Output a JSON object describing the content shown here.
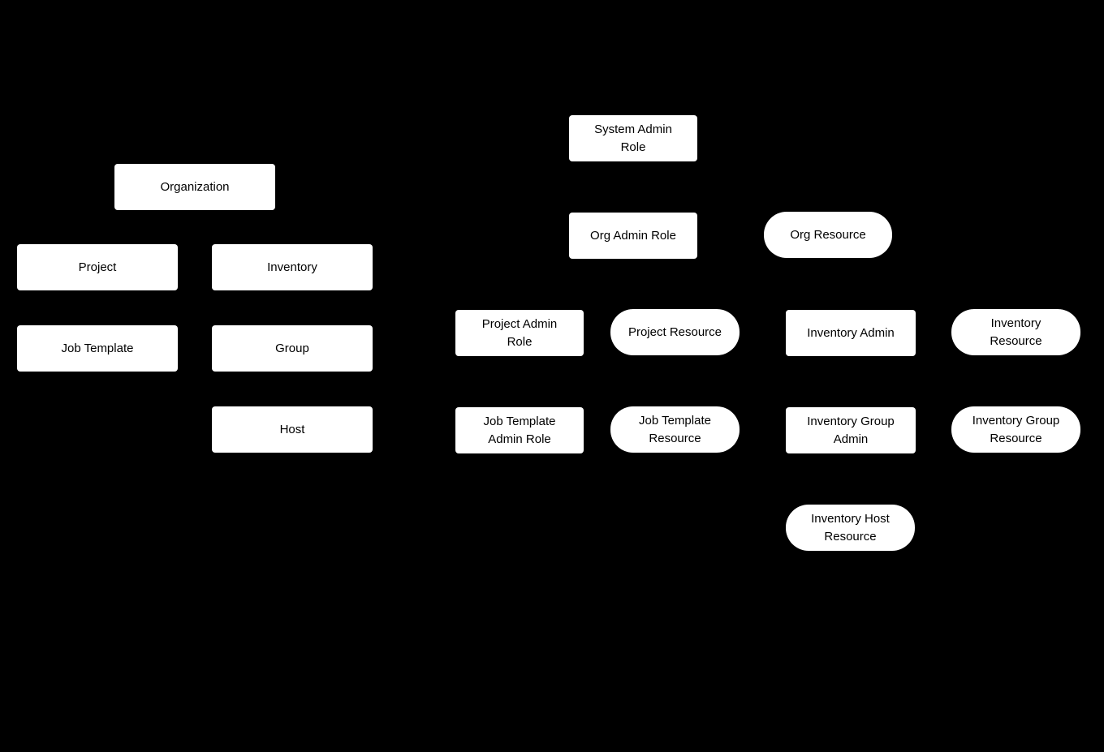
{
  "colors": {
    "background": "#000000",
    "node_fill": "#ffffff",
    "node_text": "#000000"
  },
  "nodes": {
    "organization": {
      "label": "Organization",
      "shape": "rectangle"
    },
    "project": {
      "label": "Project",
      "shape": "rectangle"
    },
    "inventory": {
      "label": "Inventory",
      "shape": "rectangle"
    },
    "job_template": {
      "label": "Job Template",
      "shape": "rectangle"
    },
    "group": {
      "label": "Group",
      "shape": "rectangle"
    },
    "host": {
      "label": "Host",
      "shape": "rectangle"
    },
    "system_admin_role": {
      "label": "System Admin\nRole",
      "shape": "rectangle"
    },
    "org_admin_role": {
      "label": "Org Admin Role",
      "shape": "rectangle"
    },
    "org_resource": {
      "label": "Org Resource",
      "shape": "pill"
    },
    "project_admin_role": {
      "label": "Project Admin\nRole",
      "shape": "rectangle"
    },
    "project_resource": {
      "label": "Project Resource",
      "shape": "pill"
    },
    "inventory_admin": {
      "label": "Inventory Admin",
      "shape": "rectangle"
    },
    "inventory_resource": {
      "label": "Inventory\nResource",
      "shape": "pill"
    },
    "job_template_admin_role": {
      "label": "Job Template\nAdmin Role",
      "shape": "rectangle"
    },
    "job_template_resource": {
      "label": "Job Template\nResource",
      "shape": "pill"
    },
    "inventory_group_admin": {
      "label": "Inventory Group\nAdmin",
      "shape": "rectangle"
    },
    "inventory_group_resource": {
      "label": "Inventory Group\nResource",
      "shape": "pill"
    },
    "inventory_host_resource": {
      "label": "Inventory Host\nResource",
      "shape": "pill"
    }
  }
}
